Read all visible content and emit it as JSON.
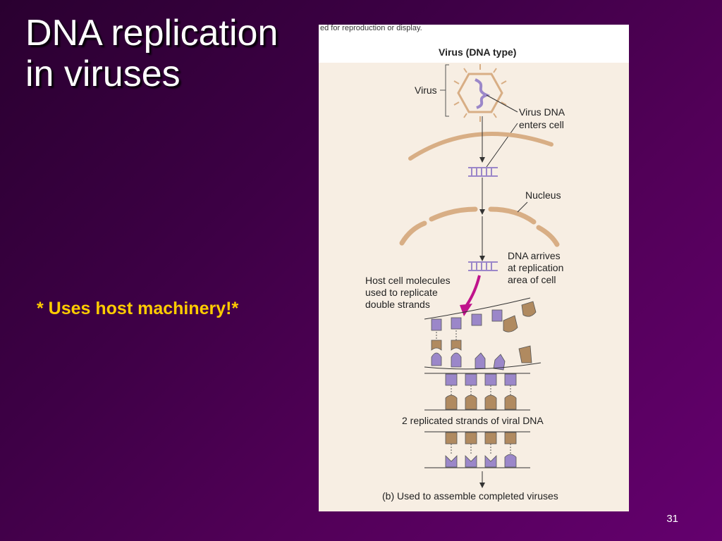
{
  "title": {
    "line1": "DNA replication",
    "line2": "in viruses"
  },
  "note": "* Uses host machinery!*",
  "figure": {
    "credit": "ed for reproduction or display.",
    "heading": "Virus (DNA type)",
    "labels": {
      "virus": "Virus",
      "virus_dna_1": "Virus DNA",
      "virus_dna_2": "enters cell",
      "nucleus": "Nucleus",
      "arrives_1": "DNA arrives",
      "arrives_2": "at replication",
      "arrives_3": "area of cell",
      "host_1": "Host cell molecules",
      "host_2": "used to replicate",
      "host_3": "double strands",
      "replicated": "2 replicated strands of viral DNA",
      "assemble": "(b)  Used to assemble completed viruses"
    },
    "colors": {
      "purple": "#9b87c9",
      "tan": "#b08a60",
      "arrow": "#c0148c",
      "membrane": "#d8ae85"
    }
  },
  "page_number": "31"
}
